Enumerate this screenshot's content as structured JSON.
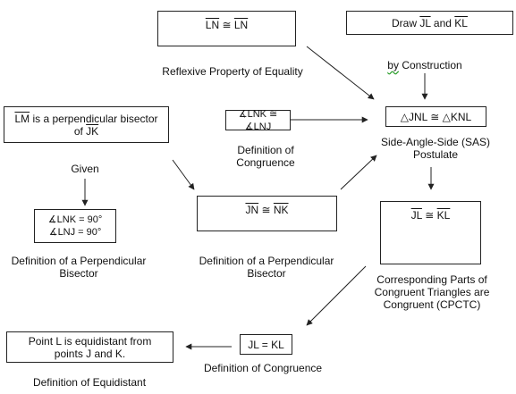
{
  "boxes": {
    "ln_ln": {
      "seg1": "LN",
      "op": " ≅ ",
      "seg2": "LN"
    },
    "draw": {
      "prefix": "Draw ",
      "seg1": "JL",
      "mid": " and ",
      "seg2": "KL"
    },
    "lm_bisector": {
      "seg1": "LM",
      "text1": " is a perpendicular bisector",
      "text2": "of ",
      "seg2": "JK"
    },
    "lnk_lnj": {
      "text": "∡LNK ≅ ∡LNJ"
    },
    "triangles": {
      "text": "△JNL ≅ △KNL"
    },
    "angles90": {
      "line1": "∡LNK = 90°",
      "line2": "∡LNJ = 90°"
    },
    "jn_nk": {
      "seg1": "JN",
      "op": " ≅ ",
      "seg2": "NK"
    },
    "jl_kl": {
      "seg1": "JL",
      "op": " ≅ ",
      "seg2": "KL"
    },
    "jl_eq_kl": {
      "text": "JL = KL"
    },
    "equidistant": {
      "line1": "Point L is equidistant from",
      "line2": "points J and K."
    }
  },
  "labels": {
    "reflexive": "Reflexive Property of Equality",
    "by_construction_1": "by",
    "by_construction_2": " Construction",
    "def_congruence_1a": "Definition of",
    "def_congruence_1b": "Congruence",
    "sas_1": "Side-Angle-Side (SAS)",
    "sas_2": "Postulate",
    "given": "Given",
    "def_perp_bisector_1a": "Definition of a Perpendicular",
    "def_perp_bisector_1b": "Bisector",
    "def_perp_bisector_2a": "Definition of a Perpendicular",
    "def_perp_bisector_2b": "Bisector",
    "cpctc_1": "Corresponding Parts of",
    "cpctc_2": "Congruent Triangles are",
    "cpctc_3": "Congruent (CPCTC)",
    "def_congruence_2": "Definition of Congruence",
    "def_equidistant": "Definition of Equidistant"
  }
}
